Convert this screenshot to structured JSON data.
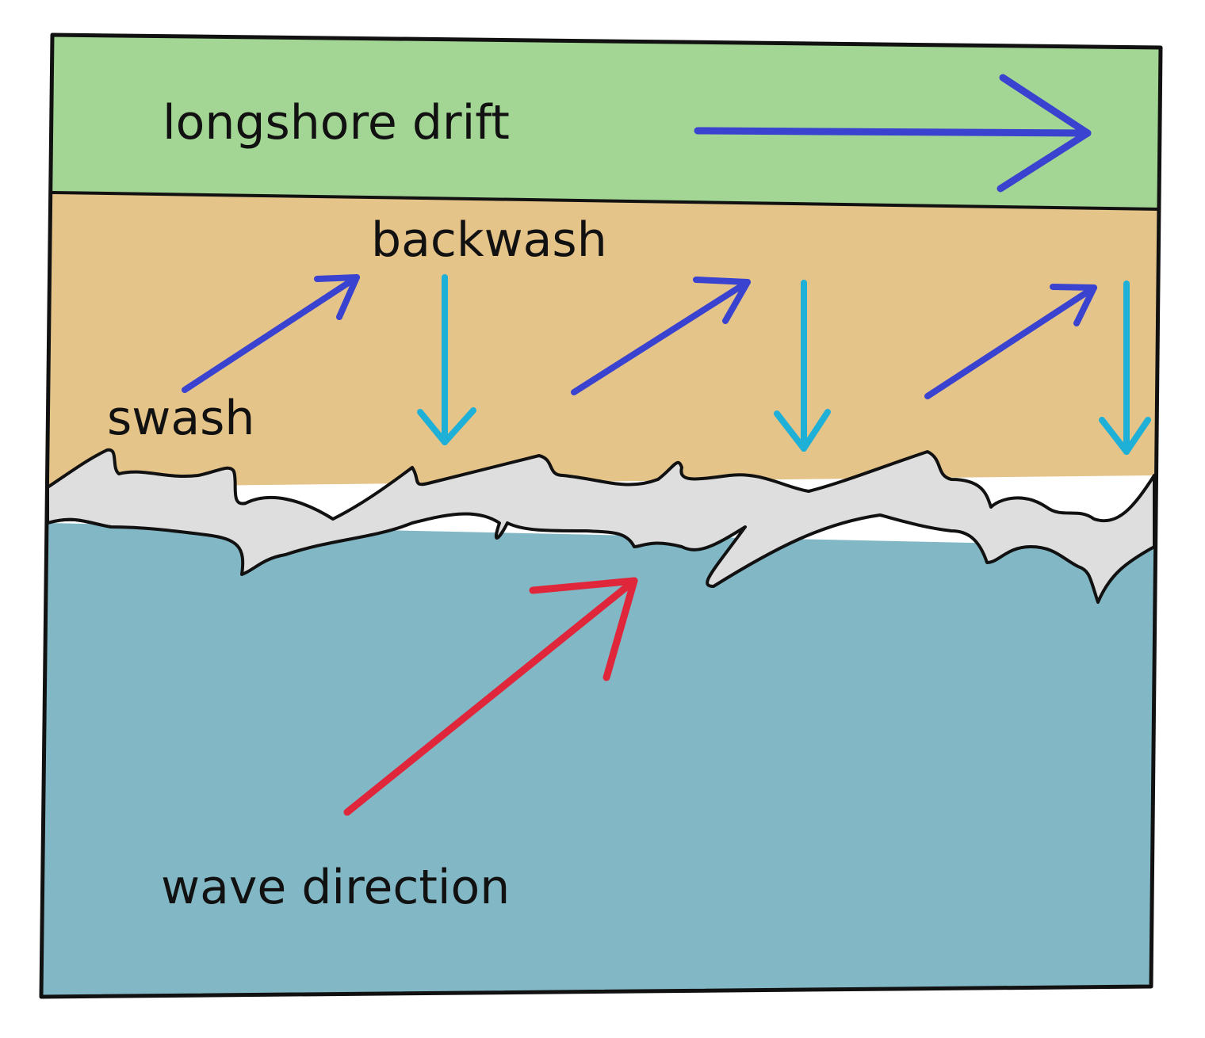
{
  "labels": {
    "longshore": "longshore drift",
    "backwash": "backwash",
    "swash": "swash",
    "wave": "wave direction"
  },
  "colors": {
    "land": "#a3d694",
    "sand": "#e5c48a",
    "foam": "#dedede",
    "sea": "#82b8c5",
    "outline": "#111111",
    "swash_arrow": "#3a42d0",
    "backwash_arrow": "#1eb0d6",
    "longshore_arrow": "#3a42d0",
    "wave_arrow": "#e0263a"
  }
}
